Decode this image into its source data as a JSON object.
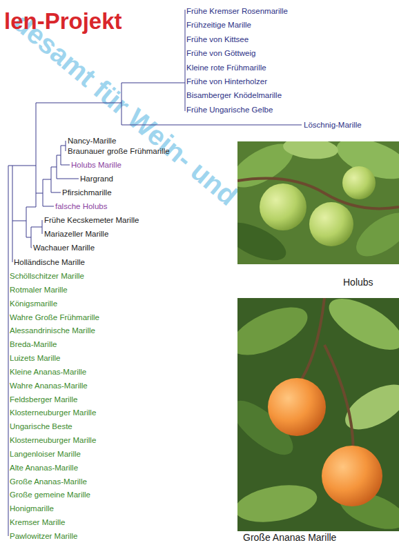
{
  "diagram": {
    "title": "len-Projekt",
    "labels": [
      "Frühe Kremser Rosenmarille",
      "Frühzeitige Marille",
      "Frühe von Kittsee",
      "Frühe von Göttweig",
      "Kleine rote Frühmarille",
      "Frühe von Hinterholzer",
      "Bisamberger Knödelmarille",
      "Frühe Ungarische Gelbe",
      "Löschnig-Marille",
      "Nancy-Marille",
      "Braunauer große Frühmarille",
      "Holubs Marille",
      "Hargrand",
      "Pfirsichmarille",
      "falsche Holubs",
      "Frühe Kecskemeter Marille",
      "Mariazeller Marille",
      "Wachauer Marille",
      "Holländische Marille",
      "Schöllschitzer Marille",
      "Rotmaler Marille",
      "Königsmarille",
      "Wahre Große Frühmarille",
      "Alessandrinische Marille",
      "Breda-Marille",
      "Luizets Marille",
      "Kleine Ananas-Marille",
      "Wahre Ananas-Marille",
      "Feldsberger Marille",
      "Klosterneuburger Marille",
      "Ungarische Beste",
      "Klosterneuburger Marille",
      "Langenloiser Marille",
      "Alte Ananas-Marille",
      "Große Ananas-Marille",
      "Große gemeine Marille",
      "Honigmarille",
      "Kremser Marille",
      "Pawlowitzer Marille",
      "Holubs",
      "Große Ananas Marille",
      "desamt für Wein- und"
    ]
  }
}
